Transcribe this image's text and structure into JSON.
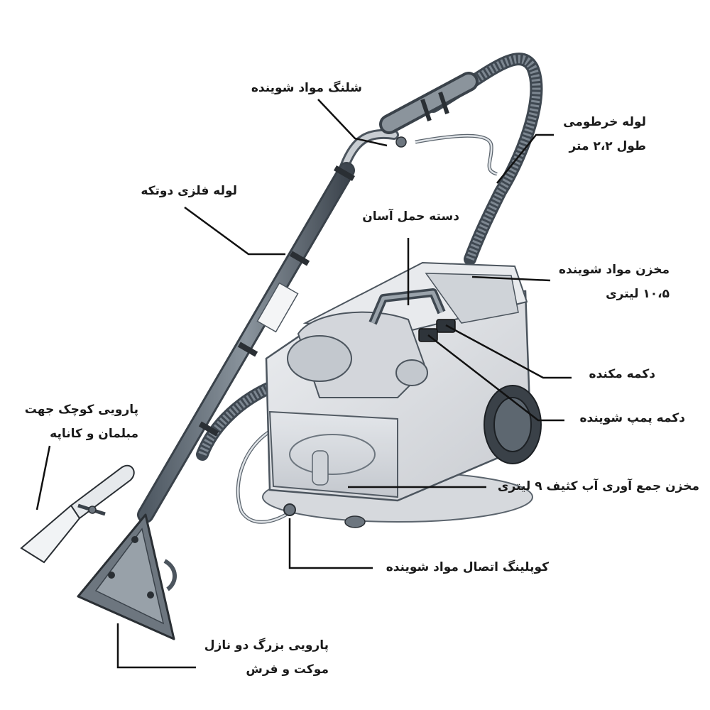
{
  "labels": {
    "detergent_hose": "شلنگ مواد شوینده",
    "flexible_hose_l1": "لوله خرطومی",
    "flexible_hose_l2": "طول ۲،۲ متر",
    "metal_tube": "لوله فلزی دوتکه",
    "carry_handle": "دسته حمل آسان",
    "detergent_tank_l1": "مخزن مواد شوینده",
    "detergent_tank_l2": "۱۰،۵ لیتری",
    "suction_button": "دکمه مکنده",
    "pump_button": "دکمه پمپ شوینده",
    "dirty_tank": "مخزن جمع آوری آب کثیف ۹ لیتری",
    "small_nozzle_l1": "پارویی کوچک جهت",
    "small_nozzle_l2": "مبلمان و کاناپه",
    "coupling": "کوپلینگ اتصال مواد شوینده",
    "large_nozzle_l1": "پارویی بزرگ دو نازل",
    "large_nozzle_l2": "موکت و فرش"
  }
}
